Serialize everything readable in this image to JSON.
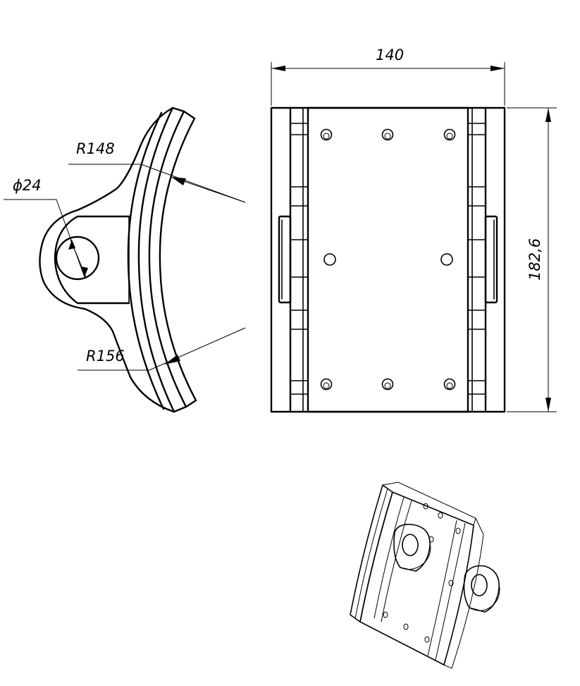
{
  "dimensions": {
    "width": "140",
    "height": "182,6",
    "inner_radius": "R148",
    "outer_radius": "R156",
    "hole_diameter": "ϕ24"
  }
}
